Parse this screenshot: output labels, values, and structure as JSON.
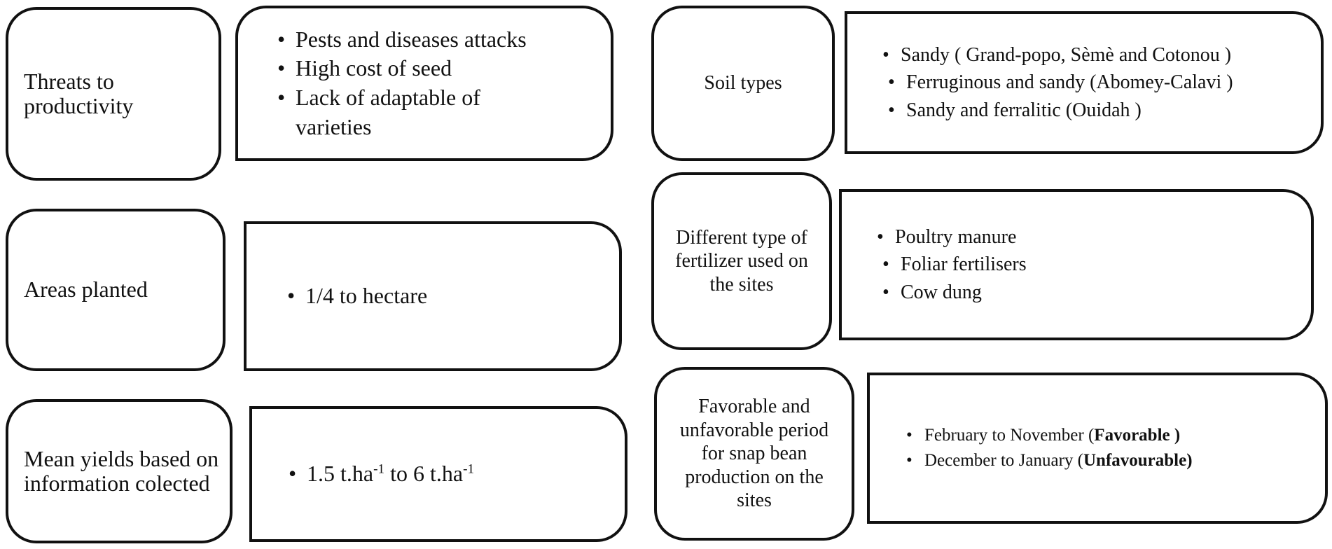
{
  "left": [
    {
      "label": "Threats to productivity",
      "items": [
        "Pests and diseases attacks",
        "High cost of seed",
        "Lack of adaptable of varieties"
      ]
    },
    {
      "label": "Areas planted",
      "items": [
        "1/4 to hectare"
      ]
    },
    {
      "label": "Mean yields based on information colected",
      "yield": {
        "low": "1.5 t.ha",
        "sep": " to ",
        "high": "6 t.ha",
        "exp": "-1"
      }
    }
  ],
  "right": [
    {
      "label": "Soil types",
      "items": [
        "Sandy ( Grand-popo, Sèmè and Cotonou )",
        "Ferruginous and sandy (Abomey-Calavi )",
        "Sandy and ferralitic (Ouidah )"
      ]
    },
    {
      "label": "Different type of fertilizer used on the sites",
      "items": [
        "Poultry manure",
        "Foliar fertilisers",
        "Cow dung"
      ]
    },
    {
      "label": "Favorable and unfavorable period for snap bean production on the sites",
      "periods": [
        {
          "text": "February to November (",
          "bold": "Favorable )"
        },
        {
          "text": "December to January (",
          "bold": "Unfavourable)"
        }
      ]
    }
  ]
}
